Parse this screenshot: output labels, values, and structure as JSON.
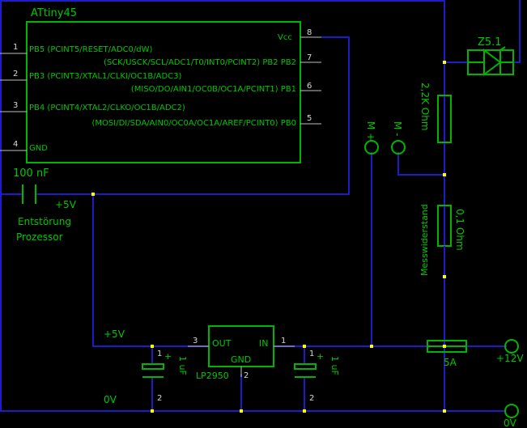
{
  "chip": {
    "name": "ATtiny45",
    "vcc": "Vcc",
    "pins_left": [
      {
        "num": "1",
        "label": "PB5 (PCINT5/RESET/ADC0/dW)"
      },
      {
        "num": "2",
        "label": "PB3 (PCINT3/XTAL1/CLKI/OC1B/ADC3)"
      },
      {
        "num": "3",
        "label": "PB4 (PCINT4/XTAL2/CLKO/OC1B/ADC2)"
      },
      {
        "num": "4",
        "label": "GND"
      }
    ],
    "pins_right": [
      {
        "num": "8",
        "label": ""
      },
      {
        "num": "7",
        "label": "(SCK/USCK/SCL/ADC1/T0/INT0/PCINT2) PB2 PB2"
      },
      {
        "num": "6",
        "label": "(MISO/DO/AIN1/OC0B/OC1A/PCINT1) PB1"
      },
      {
        "num": "5",
        "label": "(MOSI/DI/SDA/AIN0/OC0A/OC1A/AREF/PCINT0) PB0"
      }
    ]
  },
  "decoupling": {
    "value": "100 nF",
    "caption1": "Entstörung",
    "caption2": "Prozessor",
    "rail": "+5V"
  },
  "zener": "Z5.1",
  "r1": "2,2K Ohm",
  "r2": {
    "value": "0,1 Ohm",
    "caption": "Messwiderstand"
  },
  "probes": {
    "plus": "M +",
    "minus": "M -"
  },
  "regulator": {
    "name": "LP2950",
    "out": "OUT",
    "in": "IN",
    "gnd": "GND",
    "pin_out": "3",
    "pin_in": "1",
    "pin_gnd": "2"
  },
  "rail_5v": "+5V",
  "rail_0v": "0V",
  "cap": {
    "value": "1 uF",
    "pin_plus": "1",
    "pin_minus": "2",
    "plus": "+"
  },
  "fuse": "5A",
  "terminal_12v": "+12V",
  "terminal_0v": "0V"
}
